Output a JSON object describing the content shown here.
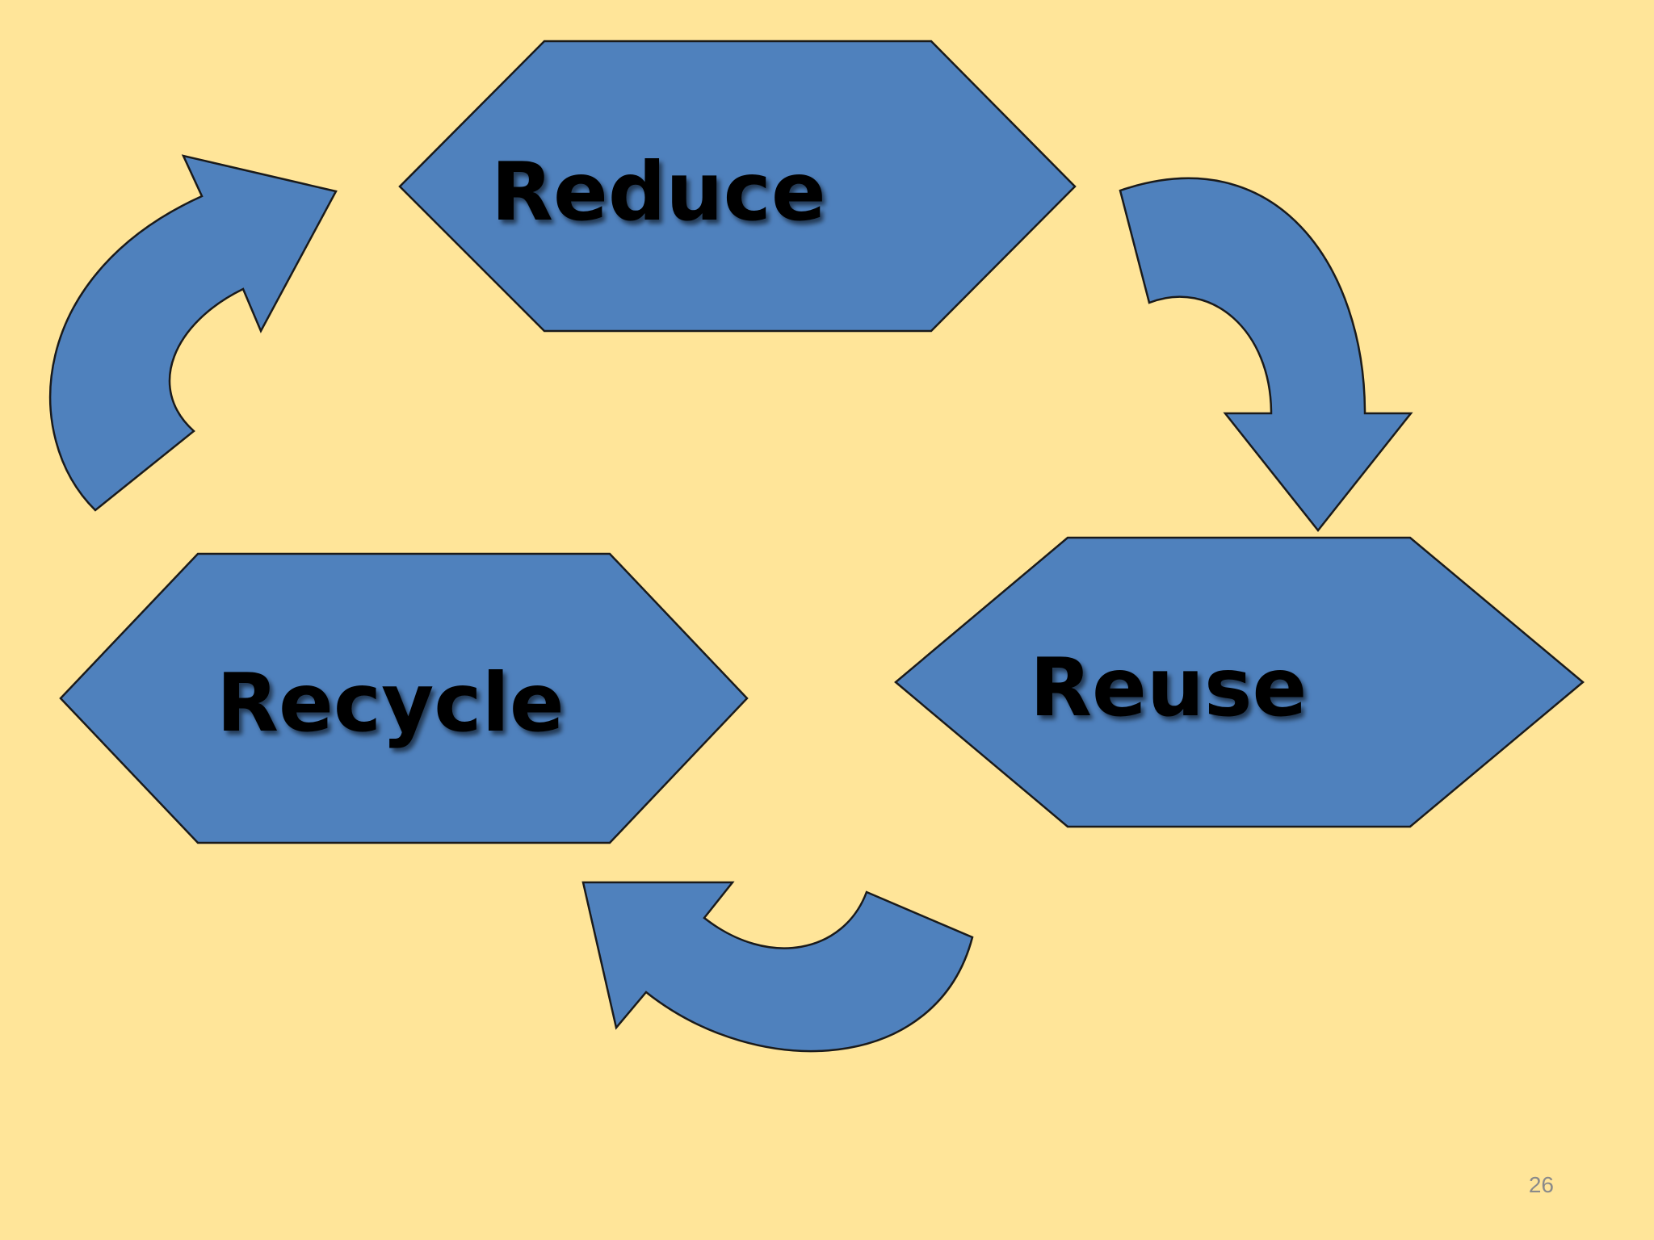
{
  "nodes": {
    "reduce": "Reduce",
    "reuse": "Reuse",
    "recycle": "Recycle"
  },
  "slide_number": "26",
  "colors": {
    "background": "#FFE599",
    "shape_fill": "#4F81BD",
    "shape_outline": "#1a1a1a",
    "label_text": "#000000",
    "slide_number": "#8A8A8A"
  }
}
